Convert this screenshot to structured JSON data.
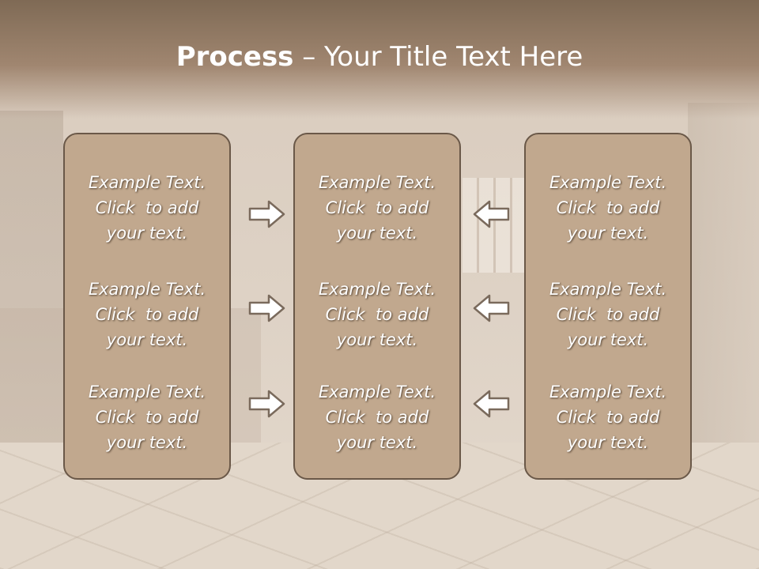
{
  "title": {
    "bold": "Process",
    "rest": " – Your Title Text Here"
  },
  "columns": [
    {
      "blocks": [
        {
          "line1": "Example Text.",
          "line2": "Click  to add",
          "line3": "your text."
        },
        {
          "line1": "Example Text.",
          "line2": "Click  to add",
          "line3": "your text."
        },
        {
          "line1": "Example Text.",
          "line2": "Click  to add",
          "line3": "your text."
        }
      ]
    },
    {
      "blocks": [
        {
          "line1": "Example Text.",
          "line2": "Click  to add",
          "line3": "your text."
        },
        {
          "line1": "Example Text.",
          "line2": "Click  to add",
          "line3": "your text."
        },
        {
          "line1": "Example Text.",
          "line2": "Click  to add",
          "line3": "your text."
        }
      ]
    },
    {
      "blocks": [
        {
          "line1": "Example Text.",
          "line2": "Click  to add",
          "line3": "your text."
        },
        {
          "line1": "Example Text.",
          "line2": "Click  to add",
          "line3": "your text."
        },
        {
          "line1": "Example Text.",
          "line2": "Click  to add",
          "line3": "your text."
        }
      ]
    }
  ],
  "arrows": {
    "left_side": "right-arrow-icon",
    "right_side": "left-arrow-icon"
  },
  "colors": {
    "box_fill": "#c1a88e",
    "box_border": "#6a5848",
    "title_band": "#8d765f"
  }
}
